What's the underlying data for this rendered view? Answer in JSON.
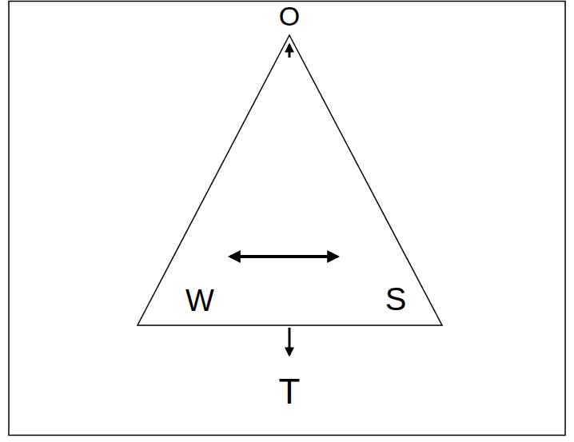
{
  "diagram": {
    "labels": [
      "O",
      "W",
      "S",
      "T"
    ]
  }
}
